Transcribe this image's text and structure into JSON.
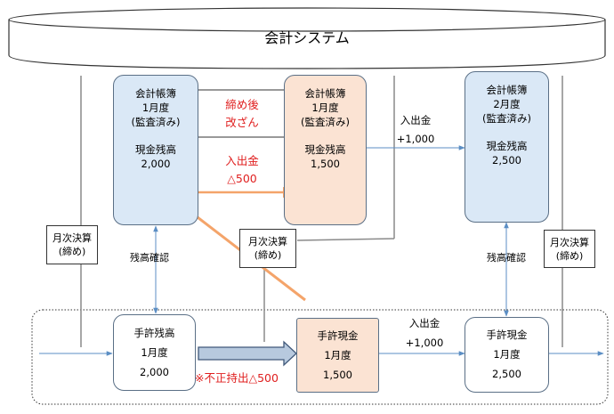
{
  "system": {
    "title": "会計システム"
  },
  "ledger_jan": {
    "lines": [
      "会計帳簿",
      "1月度",
      "(監査済み)"
    ],
    "balance_label": "現金残高",
    "balance": "2,000"
  },
  "ledger_jan_altered": {
    "lines": [
      "会計帳簿",
      "1月度",
      "(監査済み)"
    ],
    "balance_label": "現金残高",
    "balance": "1,500"
  },
  "ledger_feb": {
    "lines": [
      "会計帳簿",
      "2月度",
      "(監査済み)"
    ],
    "balance_label": "現金残高",
    "balance": "2,500"
  },
  "tamper_note": {
    "line1": "締め後",
    "line2": "改ざん"
  },
  "transfer_note": {
    "line1": "入出金",
    "line2": "△500"
  },
  "deposit_top": {
    "line1": "入出金",
    "line2": "+1,000"
  },
  "deposit_bottom": {
    "line1": "入出金",
    "line2": "+1,000"
  },
  "monthly_close_left": {
    "line1": "月次決算",
    "line2": "(締め)"
  },
  "monthly_close_mid": {
    "line1": "月次決算",
    "line2": "(締め)"
  },
  "monthly_close_right": {
    "line1": "月次決算",
    "line2": "(締め)"
  },
  "balance_check_left": "残高確認",
  "balance_check_right": "残高確認",
  "hand_jan": {
    "line1": "手許残高",
    "line2": "1月度",
    "line3": "2,000"
  },
  "hand_cash_mid": {
    "line1": "手許現金",
    "line2": "1月度",
    "line3": "1,500"
  },
  "hand_cash_right": {
    "line1": "手許現金",
    "line2": "1月度",
    "line3": "2,500"
  },
  "fraud_note": "※不正持出△500",
  "colors": {
    "blue_box": "#dae8f6",
    "peach_box": "#fbe3d3",
    "arrow_blue": "#5b8ec4",
    "arrow_orange": "#f4a46a",
    "red_text": "#e02020"
  }
}
